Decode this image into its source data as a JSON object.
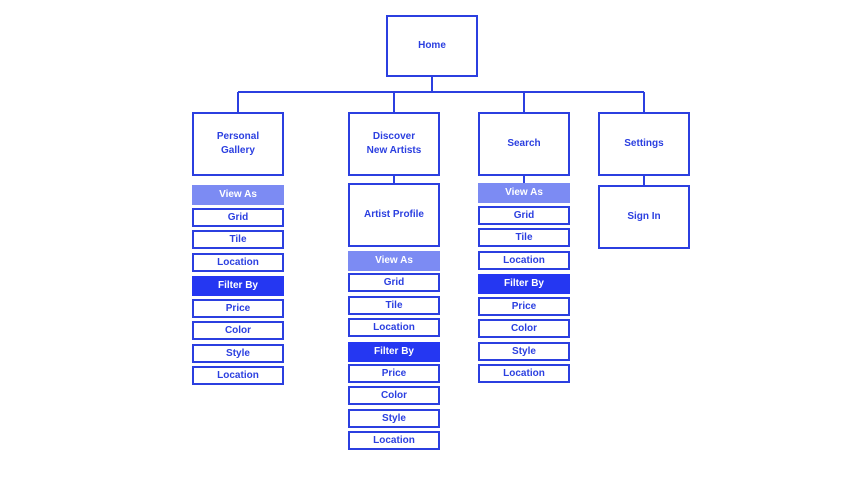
{
  "root": {
    "label": "Home"
  },
  "sections": [
    {
      "id": "personal-gallery",
      "label": "Personal\nGallery",
      "groups": [
        {
          "label": "View As",
          "style": "light",
          "items": [
            "Grid",
            "Tile",
            "Location"
          ]
        },
        {
          "label": "Filter By",
          "style": "dark",
          "items": [
            "Price",
            "Color",
            "Style",
            "Location"
          ]
        }
      ]
    },
    {
      "id": "discover-new-artists",
      "label": "Discover\nNew Artists",
      "child": "Artist Profile",
      "groups": [
        {
          "label": "View As",
          "style": "light",
          "items": [
            "Grid",
            "Tile",
            "Location"
          ]
        },
        {
          "label": "Filter By",
          "style": "dark",
          "items": [
            "Price",
            "Color",
            "Style",
            "Location"
          ]
        }
      ]
    },
    {
      "id": "search",
      "label": "Search",
      "groups": [
        {
          "label": "View As",
          "style": "light",
          "items": [
            "Grid",
            "Tile",
            "Location"
          ]
        },
        {
          "label": "Filter By",
          "style": "dark",
          "items": [
            "Price",
            "Color",
            "Style",
            "Location"
          ]
        }
      ]
    },
    {
      "id": "settings",
      "label": "Settings",
      "child": "Sign In",
      "groups": []
    }
  ],
  "colors": {
    "stroke": "#2b3fe0",
    "view_as_fill": "#7c8bf3",
    "filter_by_fill": "#2537f2",
    "text": "#2b3fe0"
  }
}
